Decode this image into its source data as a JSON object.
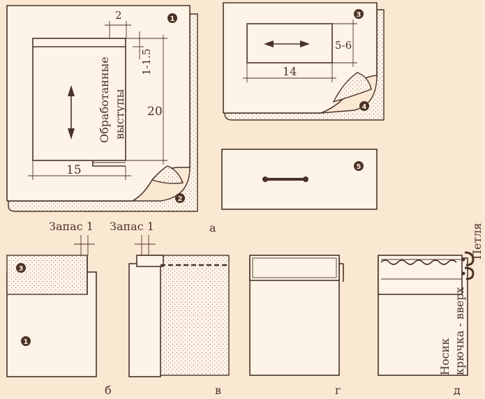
{
  "labels": {
    "processed_edges": [
      "Обработанные",
      "выступы"
    ],
    "width_15": "15",
    "height_20": "20",
    "dim_2": "2",
    "dim_1_1_5": "1-1.5",
    "dim_14": "14",
    "dim_5_6": "5-6",
    "allowance_1a": "Запас 1",
    "allowance_1b": "Запас 1",
    "loop": "Петля",
    "hook_up": [
      "Носик",
      "крючка - вверх"
    ]
  },
  "figure_letters": {
    "a": "а",
    "b": "б",
    "v": "в",
    "g": "г",
    "d": "д"
  },
  "markers": {
    "m1_top": "1",
    "m2": "2",
    "m3_top": "3",
    "m4": "4",
    "m5": "5",
    "m3_b": "3",
    "m1_b": "1"
  }
}
